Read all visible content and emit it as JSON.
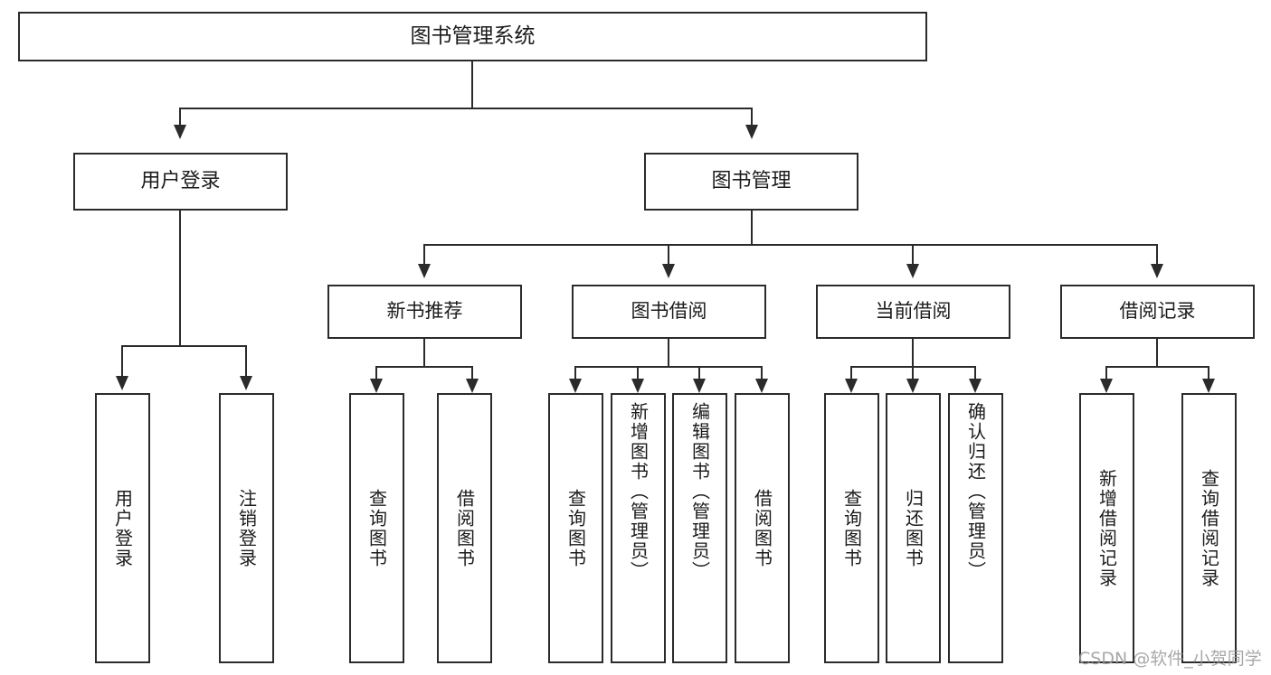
{
  "diagram": {
    "type": "tree",
    "title": "图书管理系统",
    "watermark": "CSDN @软件_小贺同学",
    "colors": {
      "box_border": "#2b2b2b",
      "box_fill": "#ffffff",
      "text": "#1b1b1b",
      "connector": "#2b2b2b",
      "watermark": "#9a9a9a",
      "background": "#ffffff"
    },
    "root": {
      "label": "图书管理系统"
    },
    "level2": [
      {
        "label": "用户登录"
      },
      {
        "label": "图书管理"
      }
    ],
    "level3": [
      {
        "label": "新书推荐"
      },
      {
        "label": "图书借阅"
      },
      {
        "label": "当前借阅"
      },
      {
        "label": "借阅记录"
      }
    ],
    "leaves": {
      "user_login": [
        {
          "label": "用户登录"
        },
        {
          "label": "注销登录"
        }
      ],
      "new_book_recommend": [
        {
          "label": "查询图书"
        },
        {
          "label": "借阅图书"
        }
      ],
      "book_borrow": [
        {
          "label": "查询图书"
        },
        {
          "label": "新增图书（管理员）"
        },
        {
          "label": "编辑图书（管理员）"
        },
        {
          "label": "借阅图书"
        }
      ],
      "current_borrow": [
        {
          "label": "查询图书"
        },
        {
          "label": "归还图书"
        },
        {
          "label": "确认归还（管理员）"
        }
      ],
      "borrow_record": [
        {
          "label": "新增借阅记录"
        },
        {
          "label": "查询借阅记录"
        }
      ]
    }
  }
}
